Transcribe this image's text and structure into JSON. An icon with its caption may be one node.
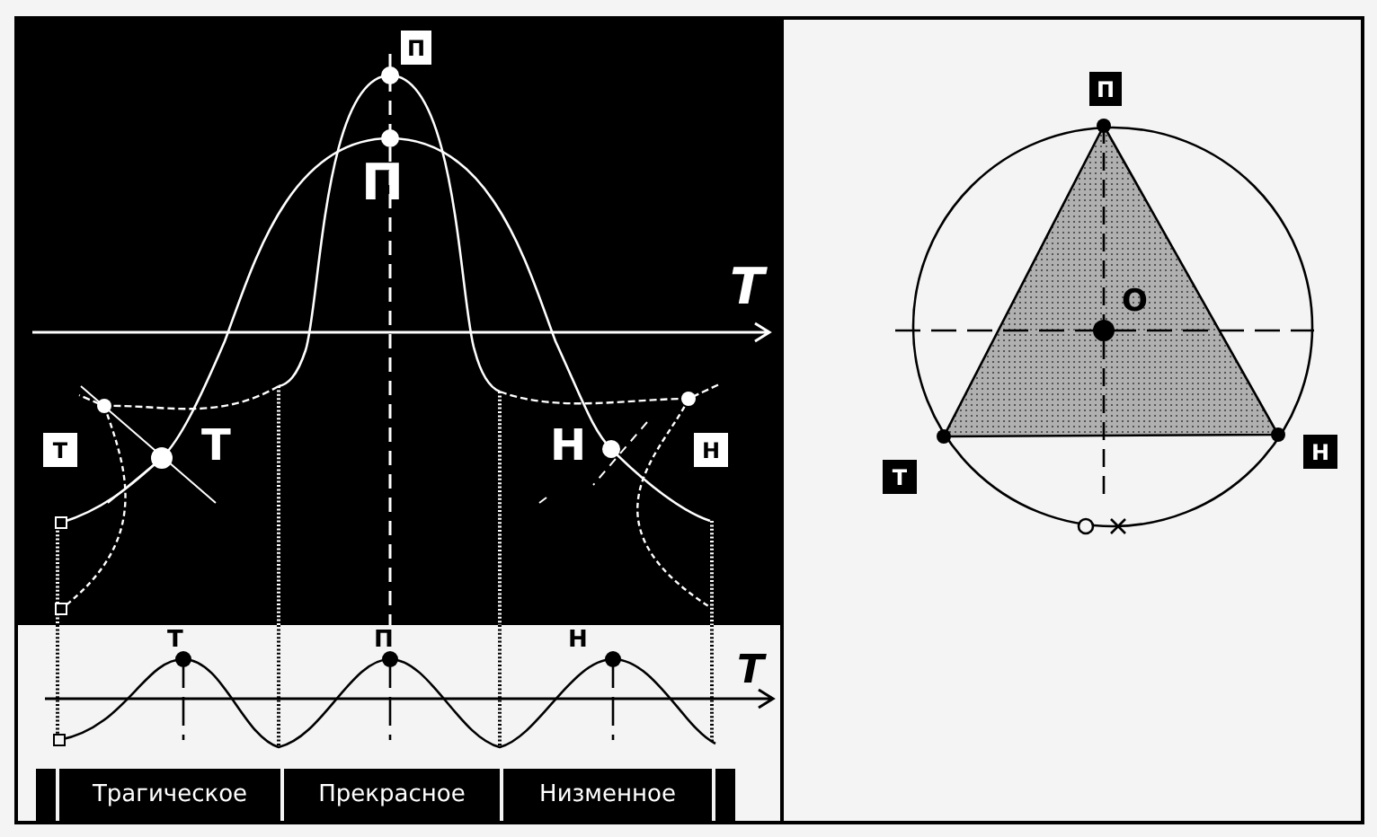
{
  "diagram": {
    "nodes": [
      {
        "text": [
          "П"
        ]
      },
      {
        "text": [
          "Т"
        ]
      },
      {
        "text": [
          "Н"
        ]
      },
      {
        "text": [],
        "shape": "box"
      },
      {
        "text": [
          "Трагическое"
        ]
      },
      {
        "text": [
          "Прекрасное"
        ]
      },
      {
        "text": [
          "Низменное"
        ]
      },
      {
        "text": [],
        "shape": "box"
      },
      {
        "text": [
          "П"
        ]
      },
      {
        "text": [
          "Т"
        ]
      },
      {
        "text": [
          "Н"
        ]
      }
    ],
    "labels": [
      "П",
      "Т",
      "Н",
      "T",
      "Т",
      "П",
      "Н",
      "T",
      "О"
    ]
  }
}
